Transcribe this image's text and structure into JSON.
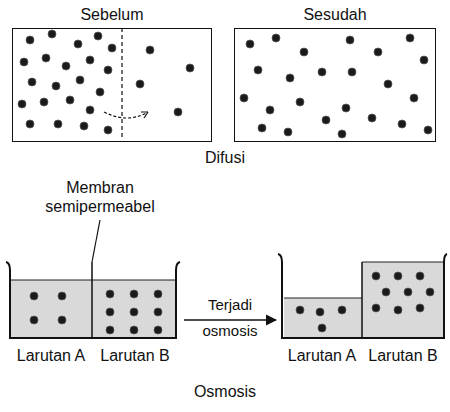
{
  "diagram": {
    "nodes": [
      {
        "text": [
          "Sebelum"
        ]
      },
      {
        "text": [
          "Sesudah"
        ]
      },
      {
        "text": [
          "Larutan A"
        ]
      },
      {
        "text": [
          "Larutan B"
        ]
      },
      {
        "text": [
          "Larutan A"
        ]
      },
      {
        "text": [
          "Larutan B"
        ]
      }
    ],
    "edges": [
      {
        "from": 3,
        "to": 4,
        "arrow": "to",
        "label": "Terjadi osmosis"
      }
    ],
    "labels": [
      "Difusi",
      "Membran semipermeabel",
      "Osmosis"
    ]
  }
}
